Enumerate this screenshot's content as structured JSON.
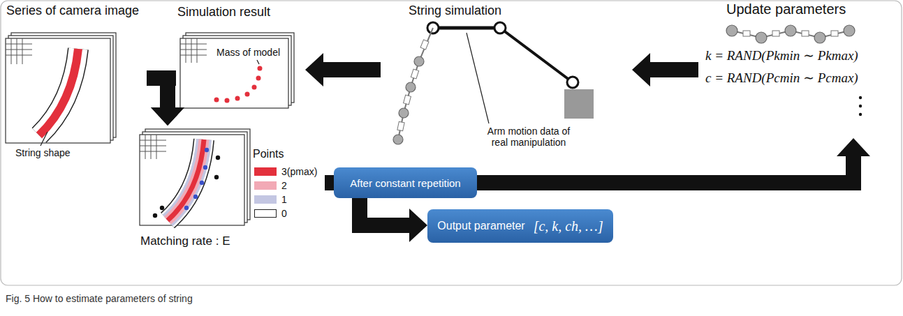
{
  "diagram": {
    "caption": "Fig. 5 How to estimate parameters of string",
    "nodes": [
      {
        "text": [
          "Series of camera image"
        ]
      },
      {
        "text": [
          "Simulation result"
        ]
      },
      {
        "text": [
          "String simulation"
        ]
      },
      {
        "text": [
          "Update parameters"
        ]
      },
      {
        "text": [
          "Matching rate : E"
        ]
      },
      {
        "text": [
          "After constant repetition"
        ]
      },
      {
        "text": [
          "Output parameter",
          "[c, k, ch, …]"
        ]
      }
    ],
    "edges": [
      {
        "from": 3,
        "to": 2,
        "arrow": "to"
      },
      {
        "from": 2,
        "to": 1,
        "arrow": "to"
      },
      {
        "from": 0,
        "to": 4,
        "arrow": "to"
      },
      {
        "from": 1,
        "to": 4,
        "arrow": "to"
      },
      {
        "from": 4,
        "to": 5,
        "arrow": "none"
      },
      {
        "from": 5,
        "to": 3,
        "arrow": "to"
      },
      {
        "from": 5,
        "to": 6,
        "arrow": "to"
      }
    ],
    "labels": [
      "String shape",
      "Mass of model",
      "Arm motion data of real manipulation",
      "Points",
      "k = RAND(Pkmin ∼ Pkmax)",
      "c = RAND(Pcmin ∼ Pcmax)"
    ],
    "legend": [
      {
        "text": "3(pmax)",
        "color": "#e3303c"
      },
      {
        "text": "2",
        "color": "#f2a9b5"
      },
      {
        "text": "1",
        "color": "#c3c6e2"
      },
      {
        "text": "0",
        "color": "#ffffff"
      }
    ]
  }
}
